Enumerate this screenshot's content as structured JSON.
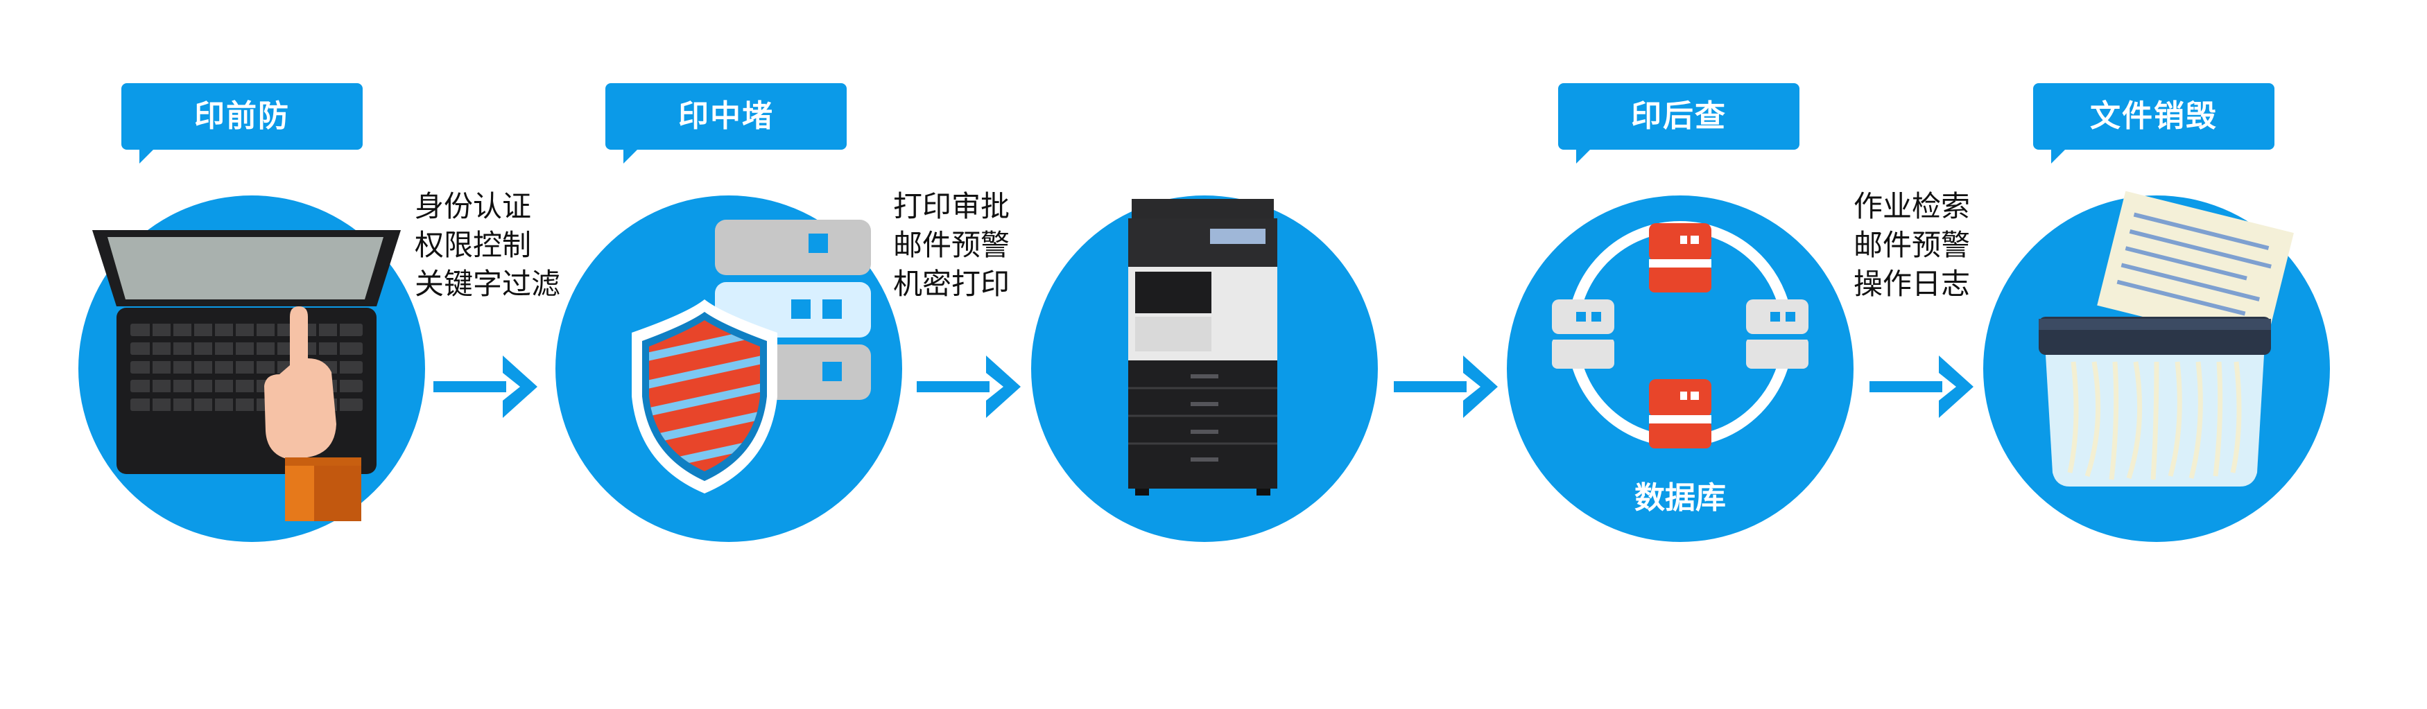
{
  "stages": [
    {
      "tag": "印前防",
      "desc": [
        "身份认证",
        "权限控制",
        "关键字过滤"
      ]
    },
    {
      "tag": "印中堵",
      "desc": [
        "打印审批",
        "邮件预警",
        "机密打印"
      ]
    },
    {
      "tag": "",
      "desc": []
    },
    {
      "tag": "印后查",
      "desc": [
        "作业检索",
        "邮件预警",
        "操作日志"
      ],
      "center_label": "数据库"
    },
    {
      "tag": "文件销毁",
      "desc": []
    }
  ],
  "colors": {
    "primary": "#0b9ae8",
    "accent": "#e8452a",
    "gray": "#c7c7c7"
  },
  "icons": [
    "laptop-icon",
    "shield-server-icon",
    "printer-icon",
    "database-network-icon",
    "shredder-icon"
  ]
}
